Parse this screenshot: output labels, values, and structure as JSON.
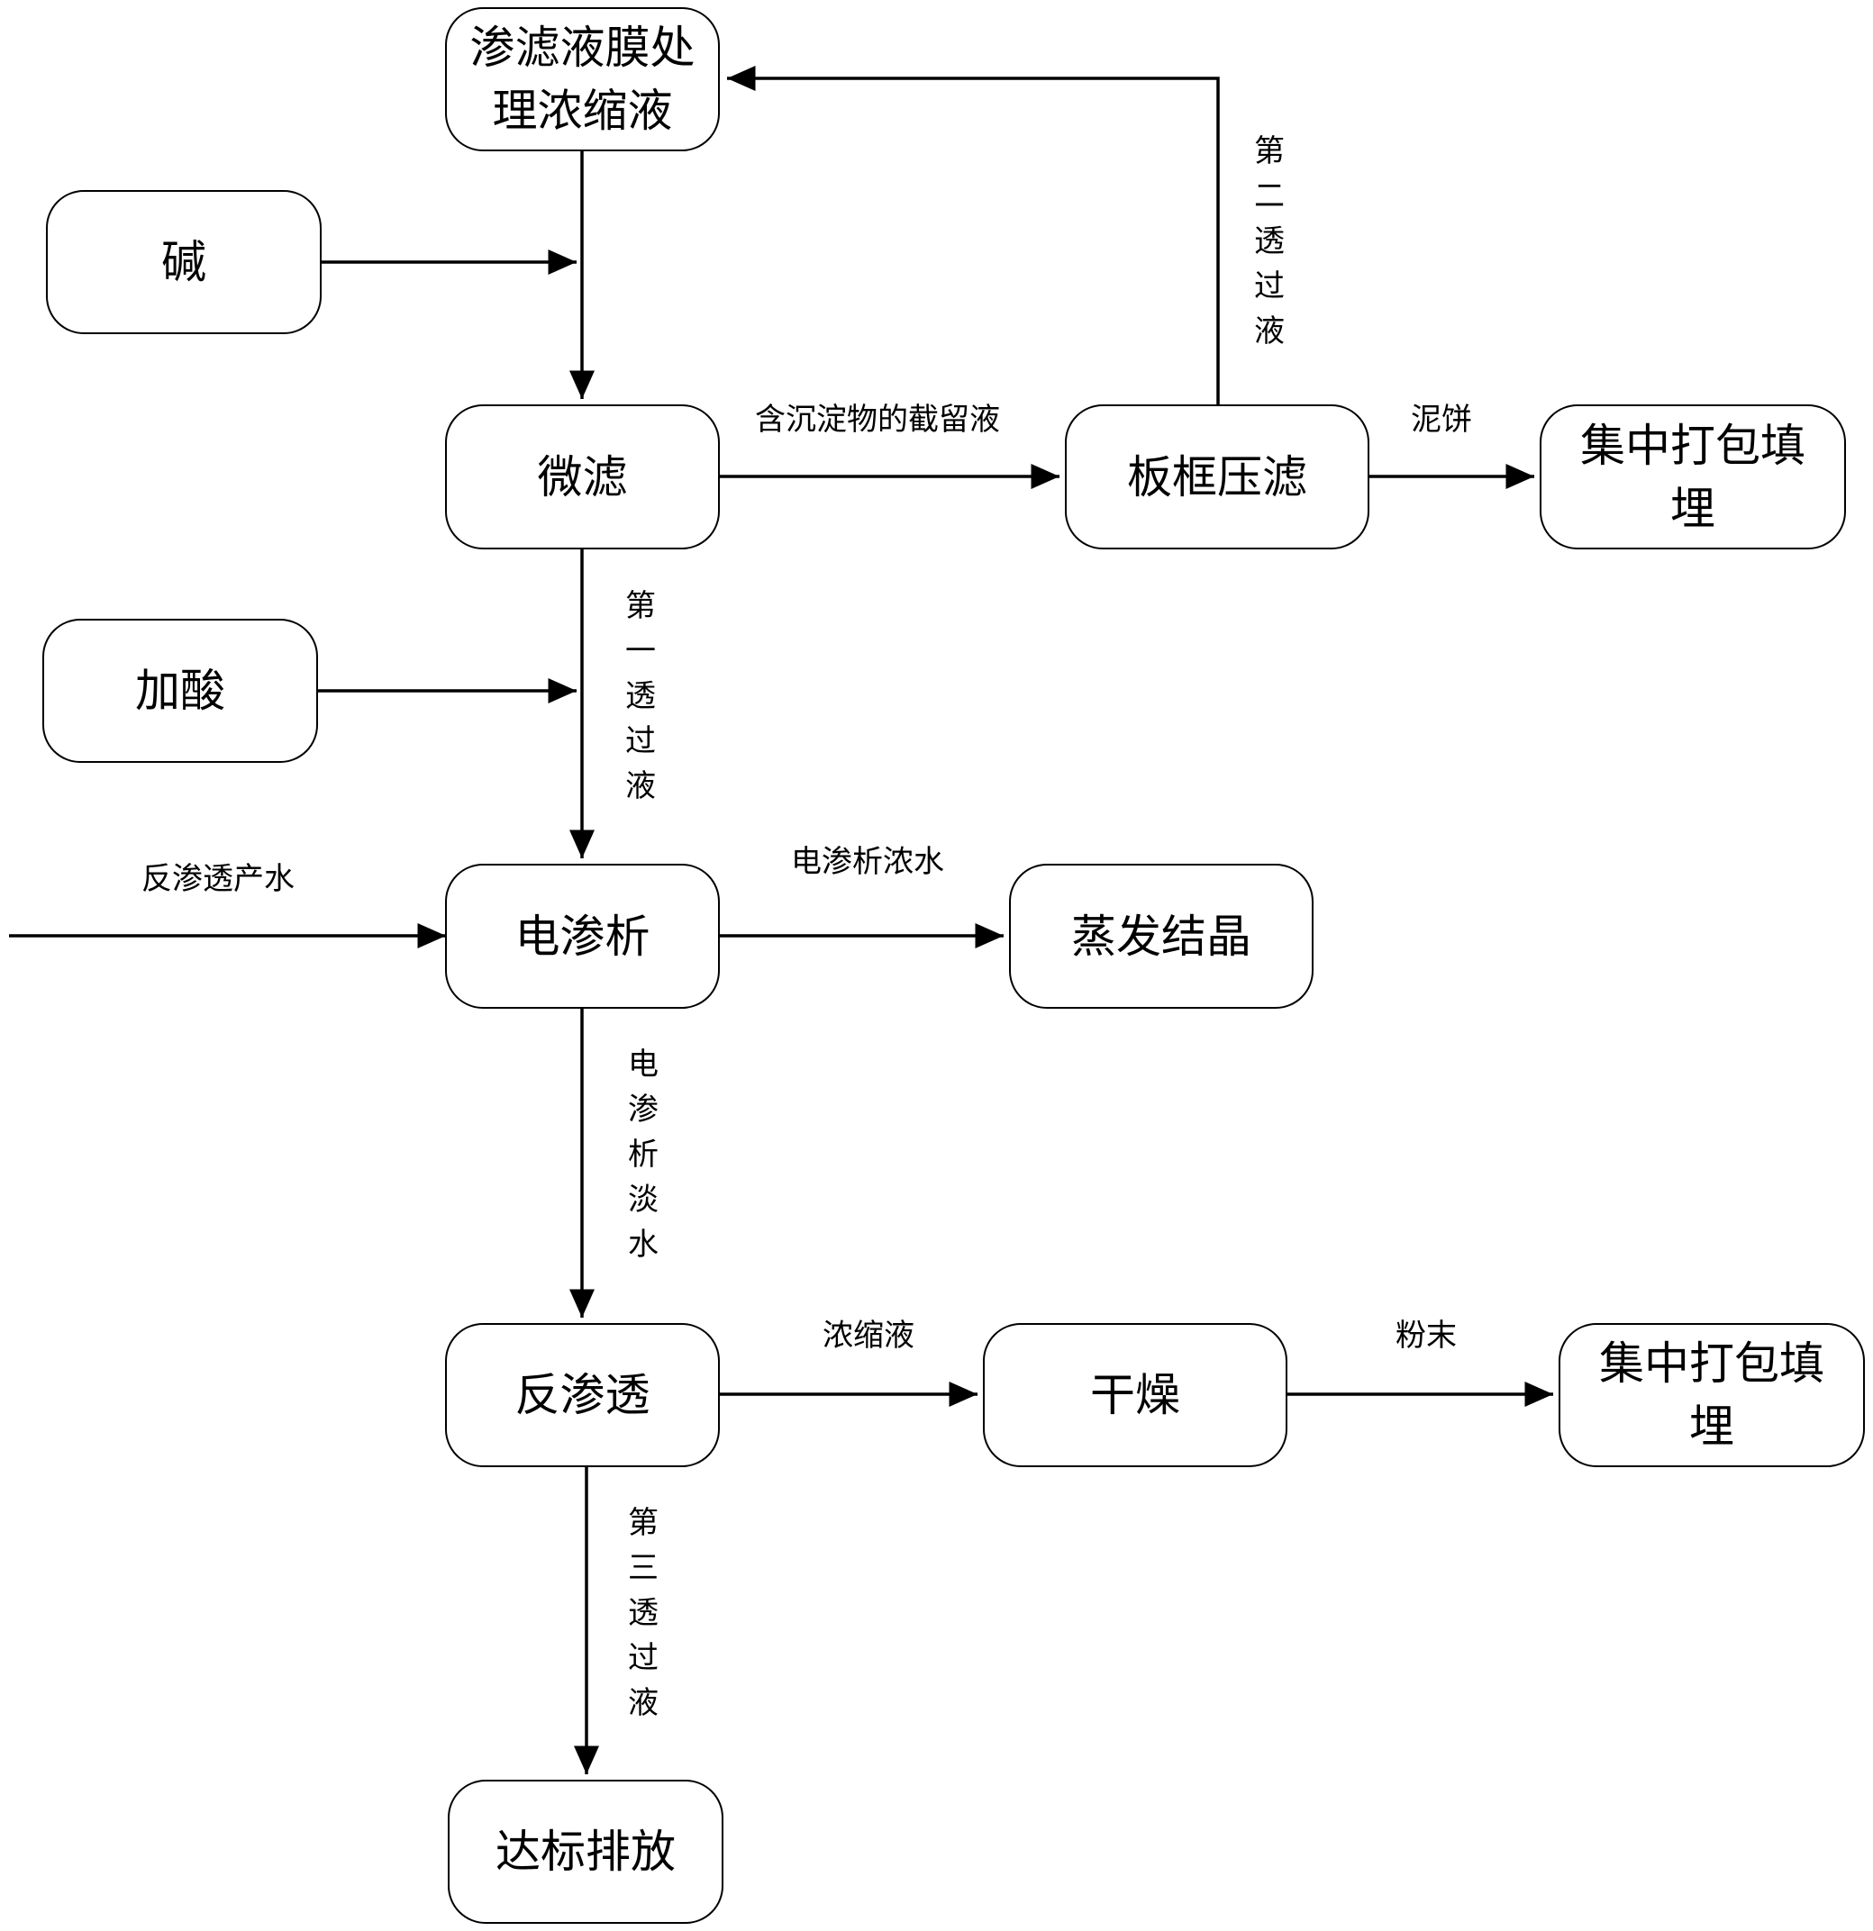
{
  "nodes": {
    "leachate_concentrate": "渗滤液膜处理浓缩液",
    "alkali": "碱",
    "microfiltration": "微滤",
    "plate_frame_filter": "板框压滤",
    "landfill_1": "集中打包填埋",
    "add_acid": "加酸",
    "electrodialysis": "电渗析",
    "evaporation_crystallization": "蒸发结晶",
    "reverse_osmosis": "反渗透",
    "drying": "干燥",
    "landfill_2": "集中打包填埋",
    "discharge": "达标排放"
  },
  "edge_labels": {
    "retentate_with_precipitate": "含沉淀物的截留液",
    "second_permeate": "第二透过液",
    "sludge_cake": "泥饼",
    "first_permeate": "第一透过液",
    "ro_product_water": "反渗透产水",
    "ed_concentrate": "电渗析浓水",
    "ed_dilute": "电渗析淡水",
    "concentrate": "浓缩液",
    "powder": "粉末",
    "third_permeate": "第三透过液"
  },
  "colors": {
    "stroke": "#000000",
    "background": "#ffffff"
  }
}
